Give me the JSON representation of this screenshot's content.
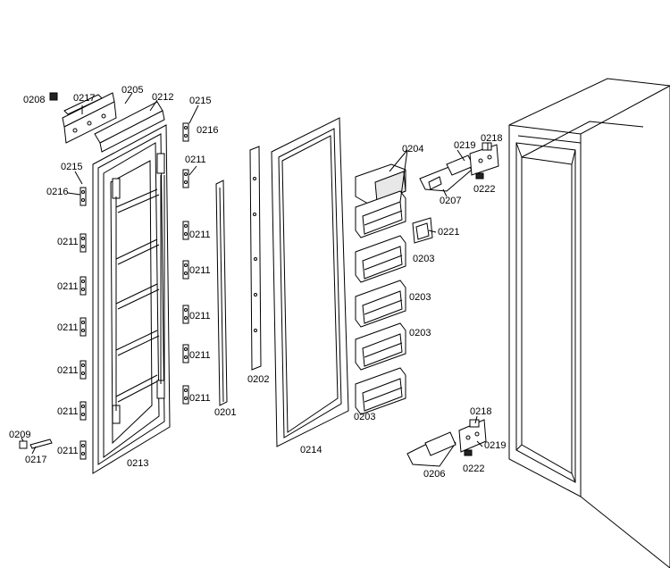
{
  "labels": {
    "p0208": "0208",
    "p0217_top": "0217",
    "p0205": "0205",
    "p0212": "0212",
    "p0215_top": "0215",
    "p0216_top": "0216",
    "p0215_left": "0215",
    "p0216_left": "0216",
    "p0211_top": "0211",
    "p0211_l1": "0211",
    "p0211_l2": "0211",
    "p0211_l3": "0211",
    "p0211_l4": "0211",
    "p0211_l5": "0211",
    "p0211_l6": "0211",
    "p0211_r1": "0211",
    "p0211_r2": "0211",
    "p0211_r3": "0211",
    "p0211_r4": "0211",
    "p0211_r5": "0211",
    "p0209": "0209",
    "p0217_bottom": "0217",
    "p0213": "0213",
    "p0201": "0201",
    "p0202": "0202",
    "p0214": "0214",
    "p0204": "0204",
    "p0221": "0221",
    "p0203_1": "0203",
    "p0203_2": "0203",
    "p0203_3": "0203",
    "p0203_4": "0203",
    "p0219_top": "0219",
    "p0218_top": "0218",
    "p0207": "0207",
    "p0222_top": "0222",
    "p0218_bottom": "0218",
    "p0219_bottom": "0219",
    "p0206": "0206",
    "p0222_bottom": "0222"
  }
}
